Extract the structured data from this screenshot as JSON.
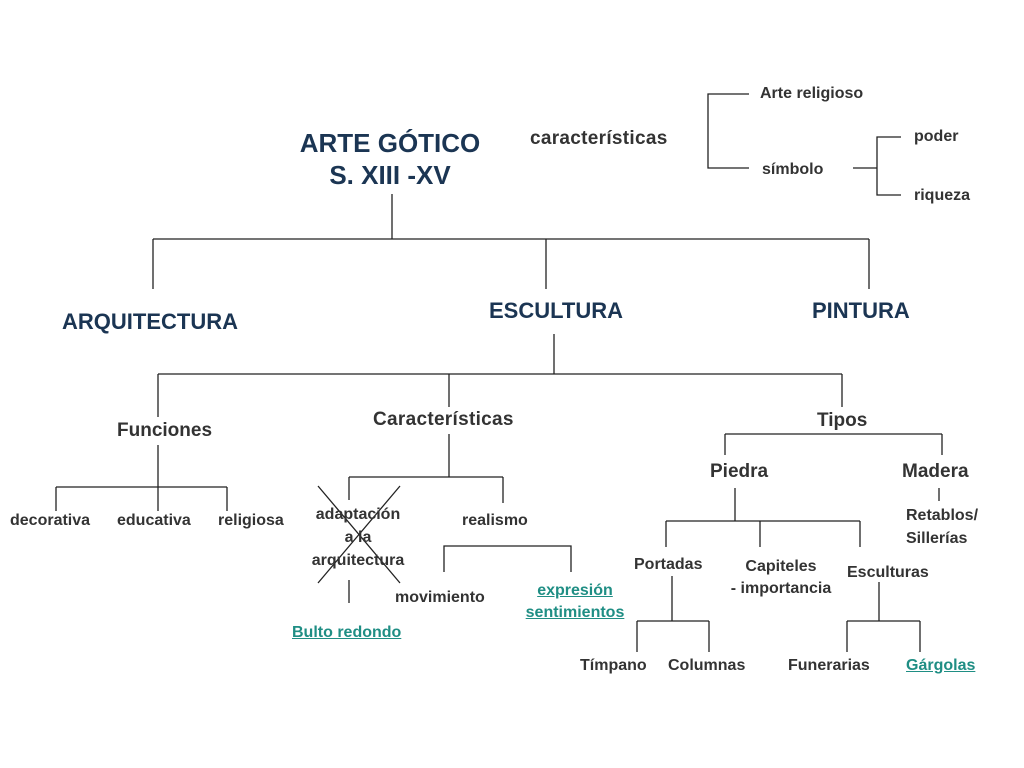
{
  "title": {
    "line1": "ARTE GÓTICO",
    "line2": "S. XIII -XV"
  },
  "caracteristicas_generales": {
    "label": "características",
    "arte_religioso": "Arte religioso",
    "simbolo": "símbolo",
    "poder": "poder",
    "riqueza": "riqueza"
  },
  "branches": {
    "arquitectura": "ARQUITECTURA",
    "escultura": "ESCULTURA",
    "pintura": "PINTURA"
  },
  "funciones": {
    "label": "Funciones",
    "items": [
      "decorativa",
      "educativa",
      "religiosa"
    ]
  },
  "caracteristicas_escultura": {
    "label": "Características",
    "adaptacion": [
      "adaptación",
      "a la",
      "arquitectura"
    ],
    "bulto_redondo": "Bulto redondo",
    "realismo": "realismo",
    "movimiento": "movimiento",
    "expresion": [
      "expresión ",
      "sentimientos"
    ]
  },
  "tipos": {
    "label": "Tipos",
    "piedra": {
      "label": "Piedra",
      "portadas": "Portadas",
      "capiteles": [
        "Capiteles",
        "- importancia"
      ],
      "esculturas": "Esculturas",
      "timpano": "Tímpano",
      "columnas": "Columnas",
      "funerarias": "Funerarias",
      "gargolas": "Gárgolas "
    },
    "madera": {
      "label": "Madera",
      "retablos": [
        "Retablos/",
        "Sillerías"
      ]
    }
  },
  "colors": {
    "heading": "#1b3553",
    "text": "#333333",
    "link": "#1f8e84",
    "lines": "#222222"
  }
}
